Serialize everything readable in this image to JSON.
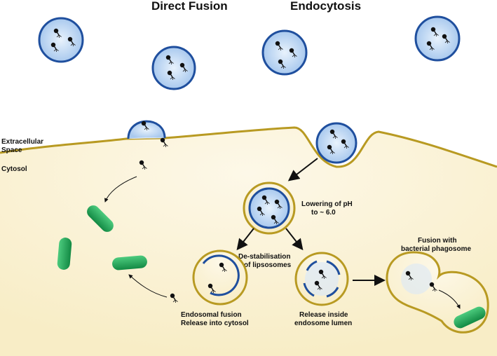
{
  "titles": {
    "direct_fusion": "Direct Fusion",
    "endocytosis": "Endocytosis"
  },
  "regions": {
    "extracellular_line1": "Extracellular",
    "extracellular_line2": "Space",
    "cytosol": "Cytosol"
  },
  "labels": {
    "ph_line1": "Lowering of pH",
    "ph_line2": "to ~ 6.0",
    "destab_line1": "De-stabilisation",
    "destab_line2": "of lipsosomes",
    "endo_line1": "Endosomal fusion",
    "endo_line2": "Release into cytosol",
    "lumen_line1": "Release inside",
    "lumen_line2": "endosome lumen",
    "phago_line1": "Fusion with",
    "phago_line2": "bacterial phagosome"
  },
  "colors": {
    "liposome_fill": "#bcd6f2",
    "liposome_border": "#1f4f9e",
    "membrane": "#b89a22",
    "cytosol": "#fbf3d6",
    "bacteria": "#1f9e52",
    "phage": "#111111"
  }
}
